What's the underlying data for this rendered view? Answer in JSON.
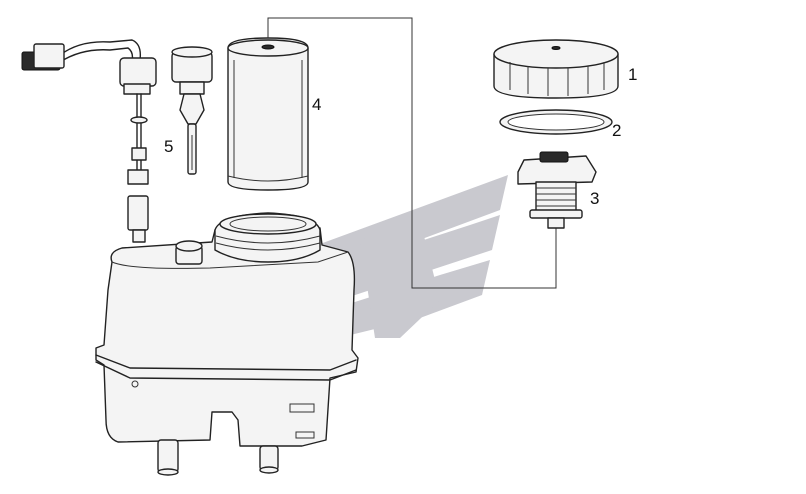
{
  "callouts": [
    {
      "id": "cap",
      "text": "1"
    },
    {
      "id": "gasket",
      "text": "2"
    },
    {
      "id": "valve",
      "text": "3"
    },
    {
      "id": "filter",
      "text": "4"
    },
    {
      "id": "sensor",
      "text": "5"
    }
  ],
  "colors": {
    "line": "#222222",
    "fill": "#f4f4f4",
    "watermark": "#c9c9cf",
    "background": "#ffffff"
  },
  "icons": {
    "watermark": "logo-watermark-icon"
  }
}
